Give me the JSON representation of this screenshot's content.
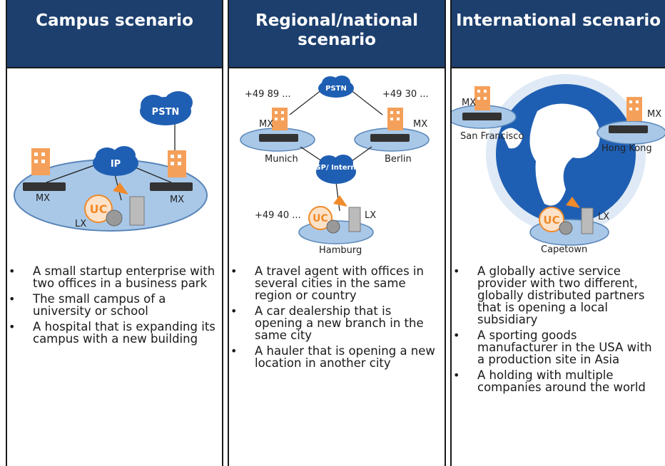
{
  "columns": [
    {
      "title": "Campus scenario",
      "diagram": {
        "cloud_pstn": "PSTN",
        "cloud_ip": "IP",
        "label_mx_left": "MX",
        "label_mx_right": "MX",
        "label_lx": "LX",
        "uc_badge": "UC"
      },
      "bullets": [
        "A small startup enterprise with two offices in a business park",
        "The small campus of a university or school",
        "A hospital that is expanding its campus with a new building"
      ]
    },
    {
      "title": "Regional/national\nscenario",
      "diagram": {
        "cloud_pstn": "PSTN",
        "cloud_itsp": "ITSP/\nInternet",
        "phone_munich": "+49 89 ...",
        "phone_berlin": "+49 30 ...",
        "phone_hamburg": "+49 40 ...",
        "label_mx_munich": "MX",
        "label_mx_berlin": "MX",
        "label_lx": "LX",
        "city_munich": "Munich",
        "city_berlin": "Berlin",
        "city_hamburg": "Hamburg",
        "uc_badge": "UC"
      },
      "bullets": [
        "A travel agent with offices in several cities in the same region or country",
        "A car dealership that is opening a new branch in the same city",
        "A hauler that is opening a new location in another city"
      ]
    },
    {
      "title": "International scenario",
      "diagram": {
        "label_mx_sf": "MX",
        "label_mx_hk": "MX",
        "label_lx": "LX",
        "city_sf": "San Francisco",
        "city_hk": "Hong Kong",
        "city_capetown": "Capetown",
        "uc_badge": "UC"
      },
      "bullets": [
        "A globally active service provider with two different, globally distributed partners that is opening a local subsidiary",
        "A sporting goods manufacturer in the USA with a production site in Asia",
        "A holding with multiple companies around the world"
      ]
    }
  ],
  "colors": {
    "header": "#1c3f6e",
    "cloud": "#1f5fb3",
    "ellipse": "#a9c8e8",
    "building": "#f5a05a",
    "uc": "#f08a2a"
  }
}
